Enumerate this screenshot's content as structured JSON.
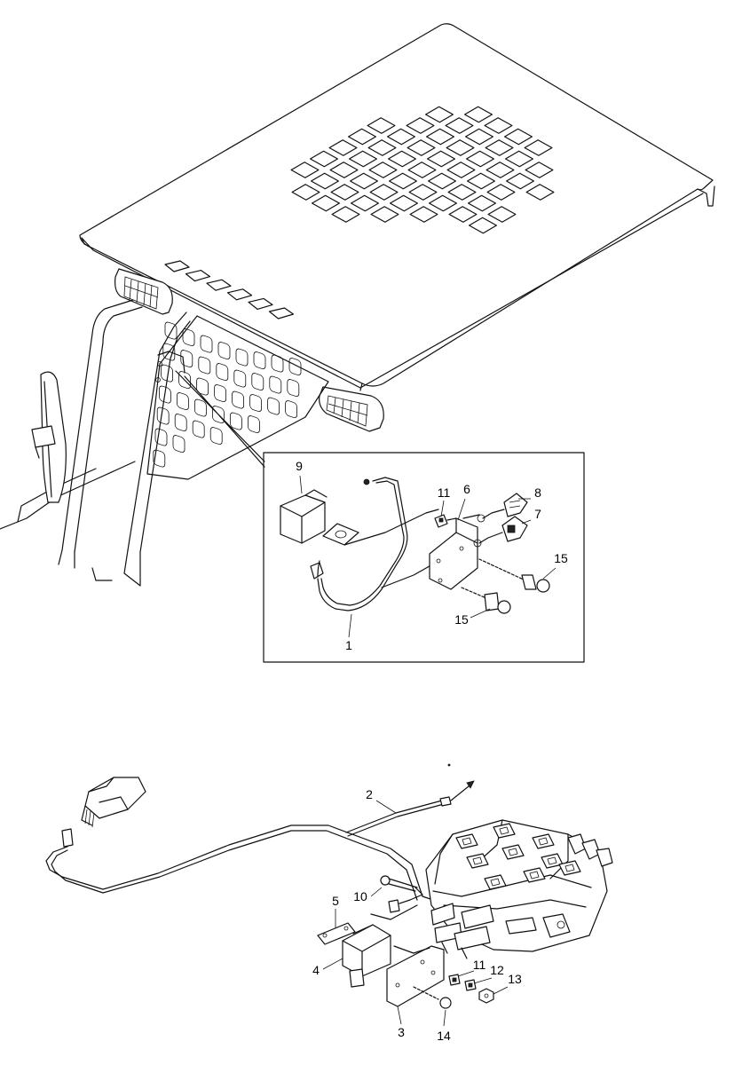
{
  "callouts": {
    "c1": "1",
    "c2": "2",
    "c3": "3",
    "c4": "4",
    "c5": "5",
    "c6": "6",
    "c7": "7",
    "c8": "8",
    "c9": "9",
    "c10": "10",
    "c11a": "11",
    "c11b": "11",
    "c12": "12",
    "c13": "13",
    "c14": "14",
    "c15a": "15",
    "c15b": "15"
  }
}
